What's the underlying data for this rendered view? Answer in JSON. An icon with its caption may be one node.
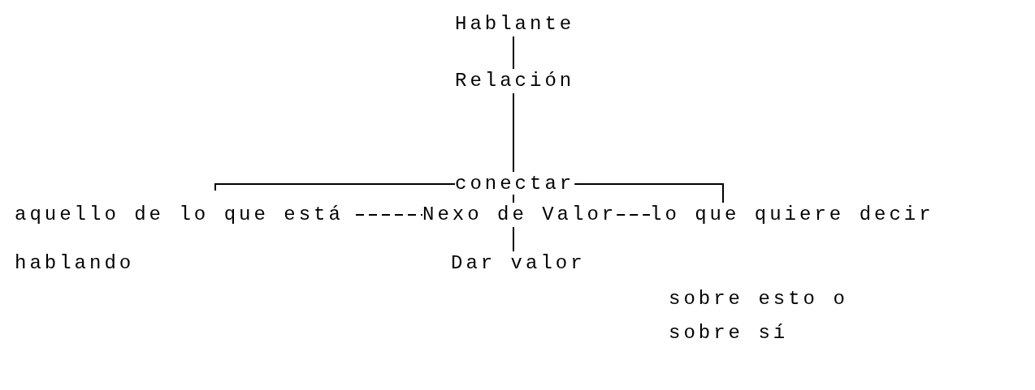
{
  "diagram": {
    "nodes": [
      {
        "text": [
          "Hablante"
        ]
      },
      {
        "text": [
          "Relación"
        ]
      },
      {
        "text": [
          "conectar"
        ]
      },
      {
        "text": [
          "aquello de lo que está hablando"
        ]
      },
      {
        "text": [
          "Nexo de Valor"
        ]
      },
      {
        "text": [
          "lo que quiere decir",
          "sobre esto o sobre sí"
        ]
      },
      {
        "text": [
          "Dar valor"
        ]
      }
    ],
    "edges": [
      {
        "from": 0,
        "to": 1,
        "arrow": "none"
      },
      {
        "from": 1,
        "to": 2,
        "arrow": "none"
      },
      {
        "from": 2,
        "to": 3,
        "arrow": "none"
      },
      {
        "from": 2,
        "to": 5,
        "arrow": "none"
      },
      {
        "from": 2,
        "to": 4,
        "arrow": "none"
      },
      {
        "from": 3,
        "to": 4,
        "arrow": "none",
        "style": "dashed"
      },
      {
        "from": 4,
        "to": 5,
        "arrow": "none",
        "style": "dashed"
      },
      {
        "from": 4,
        "to": 6,
        "arrow": "none"
      }
    ]
  }
}
